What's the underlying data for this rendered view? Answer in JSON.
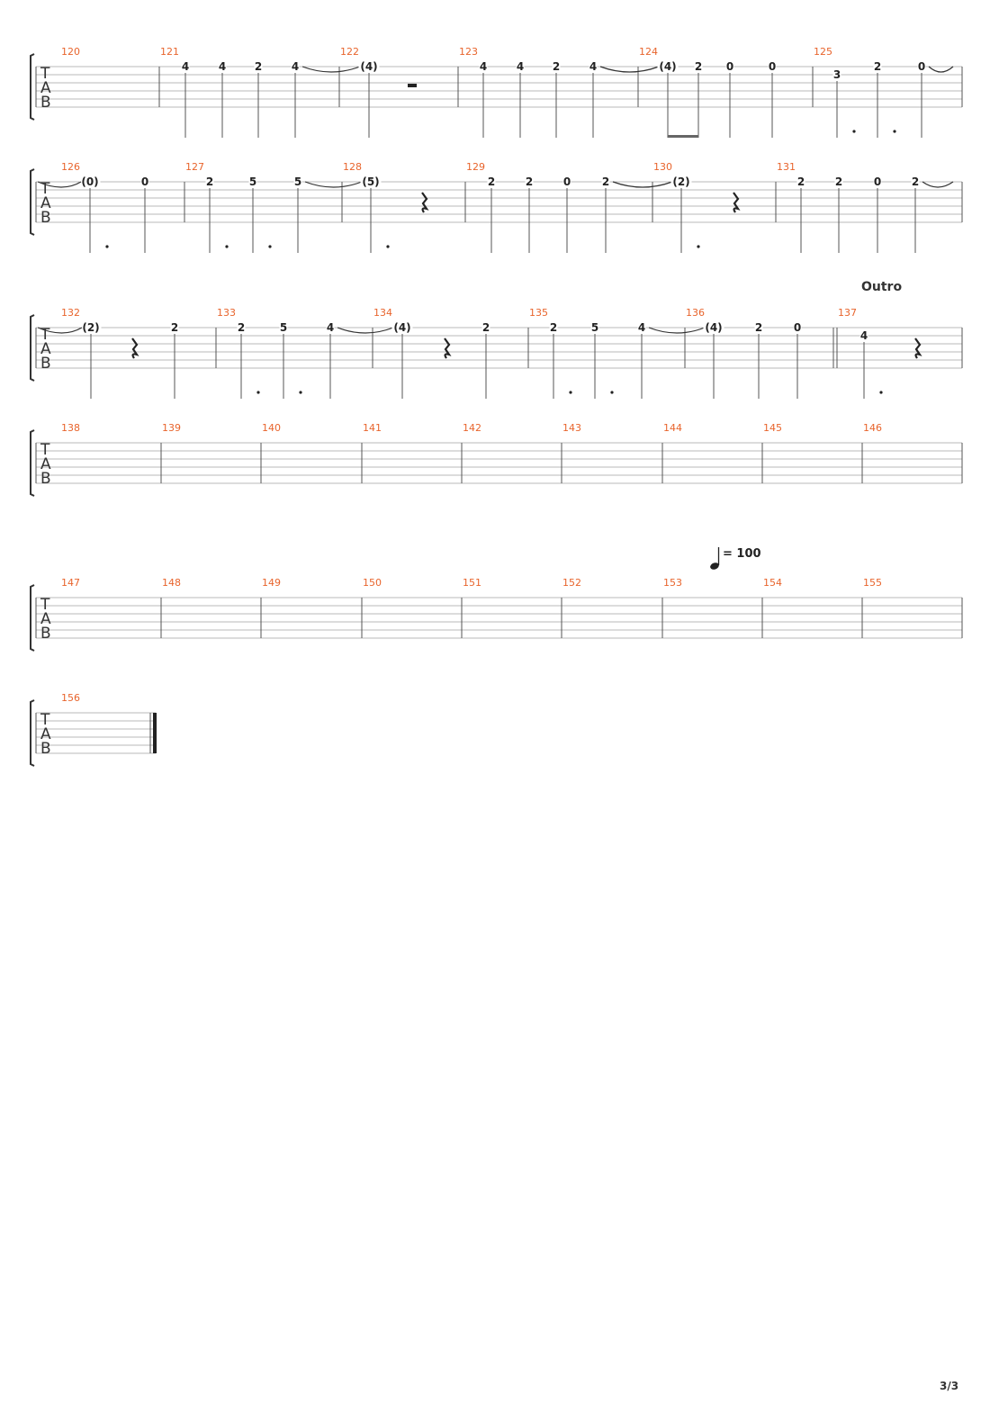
{
  "page": {
    "page_number": "3/3",
    "tab_label": [
      "T",
      "A",
      "B"
    ],
    "section_label": "Outro",
    "tempo_value": "= 100",
    "colors": {
      "measure_number": "#e8642c",
      "staff_line": "#b8b8b8",
      "ink": "#222222"
    }
  },
  "systems": [
    {
      "measures": [
        {
          "number": "120",
          "events": []
        },
        {
          "number": "121",
          "events": [
            {
              "fret": "4",
              "tie_to_next": false
            },
            {
              "fret": "4",
              "tie_to_next": false
            },
            {
              "fret": "2",
              "tie_to_next": false
            },
            {
              "fret": "4",
              "tie_to_next": true
            }
          ]
        },
        {
          "number": "122",
          "events": [
            {
              "fret": "(4)",
              "tie_to_next": false
            },
            {
              "rest": "half"
            }
          ]
        },
        {
          "number": "123",
          "events": [
            {
              "fret": "4",
              "tie_to_next": false
            },
            {
              "fret": "4",
              "tie_to_next": false
            },
            {
              "fret": "2",
              "tie_to_next": false
            },
            {
              "fret": "4",
              "tie_to_next": true
            }
          ]
        },
        {
          "number": "124",
          "events": [
            {
              "fret": "(4)",
              "tie_to_next": false
            },
            {
              "fret": "2",
              "tie_to_next": false
            },
            {
              "fret": "0",
              "tie_to_next": false
            },
            {
              "fret": "0",
              "tie_to_next": false
            }
          ]
        },
        {
          "number": "125",
          "events": [
            {
              "fret": "3",
              "dotted": true,
              "string": 2
            },
            {
              "fret": "2",
              "dotted": true
            },
            {
              "fret": "0",
              "tie_to_next": true
            }
          ]
        }
      ]
    },
    {
      "measures": [
        {
          "number": "126",
          "events": [
            {
              "fret": "(0)",
              "dotted": true
            },
            {
              "fret": "0"
            }
          ]
        },
        {
          "number": "127",
          "events": [
            {
              "fret": "2",
              "dotted": true
            },
            {
              "fret": "5",
              "dotted": true
            },
            {
              "fret": "5",
              "tie_to_next": true
            }
          ]
        },
        {
          "number": "128",
          "events": [
            {
              "fret": "(5)",
              "dotted": true
            },
            {
              "rest": "quarter"
            }
          ]
        },
        {
          "number": "129",
          "events": [
            {
              "fret": "2"
            },
            {
              "fret": "2"
            },
            {
              "fret": "0"
            },
            {
              "fret": "2",
              "tie_to_next": true
            }
          ]
        },
        {
          "number": "130",
          "events": [
            {
              "fret": "(2)",
              "dotted": true
            },
            {
              "rest": "quarter"
            }
          ]
        },
        {
          "number": "131",
          "events": [
            {
              "fret": "2"
            },
            {
              "fret": "2"
            },
            {
              "fret": "0"
            },
            {
              "fret": "2",
              "tie_to_next": true
            }
          ]
        }
      ]
    },
    {
      "measures": [
        {
          "number": "132",
          "events": [
            {
              "fret": "(2)"
            },
            {
              "rest": "quarter"
            },
            {
              "fret": "2"
            }
          ]
        },
        {
          "number": "133",
          "events": [
            {
              "fret": "2",
              "dotted": true
            },
            {
              "fret": "5",
              "dotted": true
            },
            {
              "fret": "4",
              "tie_to_next": true
            }
          ]
        },
        {
          "number": "134",
          "events": [
            {
              "fret": "(4)"
            },
            {
              "rest": "quarter"
            },
            {
              "fret": "2"
            }
          ]
        },
        {
          "number": "135",
          "events": [
            {
              "fret": "2",
              "dotted": true
            },
            {
              "fret": "5",
              "dotted": true
            },
            {
              "fret": "4",
              "tie_to_next": true
            }
          ]
        },
        {
          "number": "136",
          "events": [
            {
              "fret": "(4)"
            },
            {
              "fret": "2"
            },
            {
              "fret": "0"
            }
          ]
        },
        {
          "number": "137",
          "events": [
            {
              "fret": "4",
              "dotted": true,
              "string": 2
            },
            {
              "rest": "quarter"
            }
          ]
        }
      ]
    },
    {
      "measures": [
        {
          "number": "138"
        },
        {
          "number": "139"
        },
        {
          "number": "140"
        },
        {
          "number": "141"
        },
        {
          "number": "142"
        },
        {
          "number": "143"
        },
        {
          "number": "144"
        },
        {
          "number": "145"
        },
        {
          "number": "146"
        }
      ]
    },
    {
      "measures": [
        {
          "number": "147"
        },
        {
          "number": "148"
        },
        {
          "number": "149"
        },
        {
          "number": "150"
        },
        {
          "number": "151"
        },
        {
          "number": "152"
        },
        {
          "number": "153"
        },
        {
          "number": "154"
        },
        {
          "number": "155"
        }
      ]
    },
    {
      "measures": [
        {
          "number": "156"
        }
      ]
    }
  ]
}
